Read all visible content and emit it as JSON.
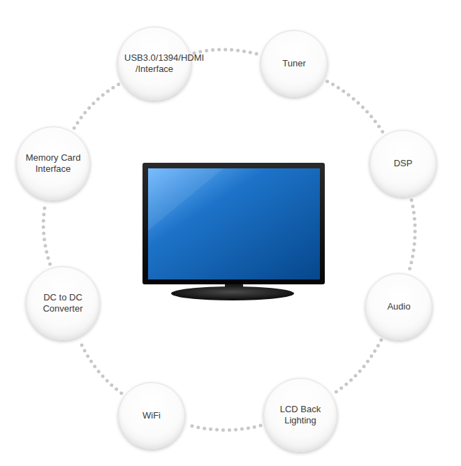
{
  "diagram": {
    "nodes": [
      {
        "text": [
          "USB3.0/1394/HDMI /Interface"
        ]
      },
      {
        "text": [
          "Tuner"
        ]
      },
      {
        "text": [
          "DSP"
        ]
      },
      {
        "text": [
          "Audio"
        ]
      },
      {
        "text": [
          "LCD Back Lighting"
        ]
      },
      {
        "text": [
          "WiFi"
        ]
      },
      {
        "text": [
          "DC to DC Converter"
        ]
      },
      {
        "text": [
          "Memory Card Interface"
        ]
      }
    ],
    "edges": [
      {
        "from": 0,
        "to": 1,
        "arrow": "none"
      },
      {
        "from": 1,
        "to": 2,
        "arrow": "none"
      },
      {
        "from": 2,
        "to": 3,
        "arrow": "none"
      },
      {
        "from": 3,
        "to": 4,
        "arrow": "none"
      },
      {
        "from": 4,
        "to": 5,
        "arrow": "none"
      },
      {
        "from": 5,
        "to": 6,
        "arrow": "none"
      },
      {
        "from": 6,
        "to": 7,
        "arrow": "none"
      },
      {
        "from": 7,
        "to": 0,
        "arrow": "none"
      }
    ]
  }
}
